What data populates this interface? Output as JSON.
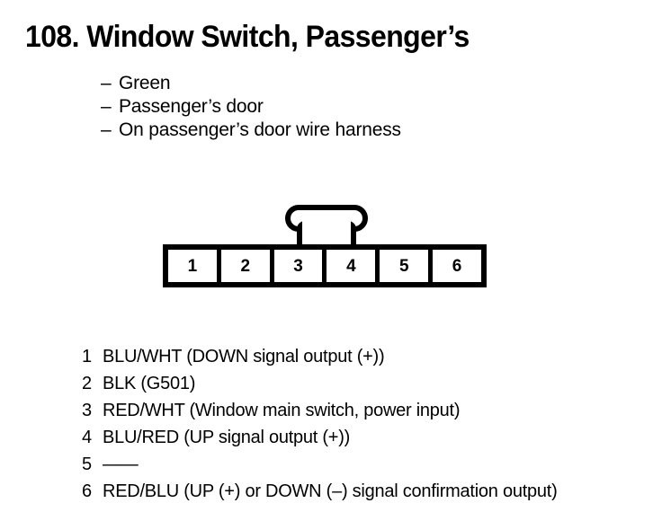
{
  "page": {
    "title": "108. Window Switch, Passenger’s",
    "background_color": "#ffffff",
    "ink_color": "#000000"
  },
  "bullets": {
    "dash": "–",
    "items": [
      "Green",
      "Passenger’s door",
      "On passenger’s door wire harness"
    ]
  },
  "connector": {
    "name": "6-pin connector",
    "latch_tab": "latch-tab",
    "pin_count": 6,
    "pin_labels": [
      "1",
      "2",
      "3",
      "4",
      "5",
      "6"
    ]
  },
  "pin_list": [
    {
      "number": "1",
      "description": "BLU/WHT (DOWN signal output (+))"
    },
    {
      "number": "2",
      "description": "BLK (G501)"
    },
    {
      "number": "3",
      "description": "RED/WHT (Window main switch, power input)"
    },
    {
      "number": "4",
      "description": "BLU/RED (UP signal output (+))"
    },
    {
      "number": "5",
      "description": "——"
    },
    {
      "number": "6",
      "description": "RED/BLU (UP (+) or DOWN (–) signal confirmation output)"
    }
  ]
}
